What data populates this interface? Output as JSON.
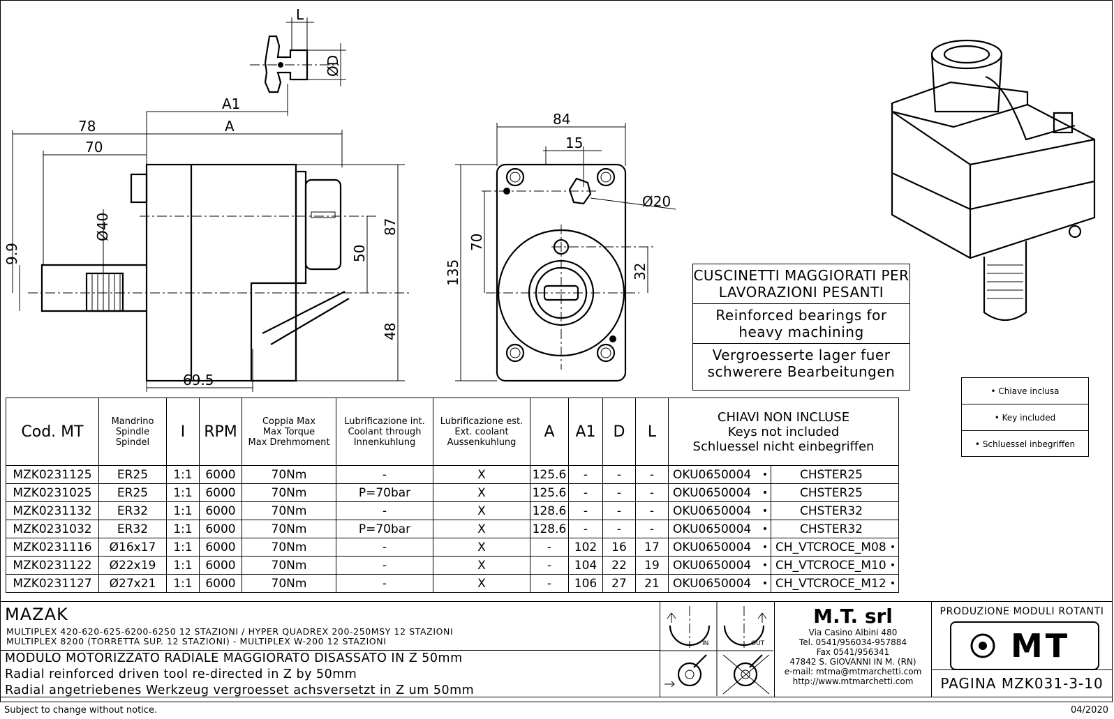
{
  "drawing": {
    "dims": {
      "L": "L",
      "D": "ØD",
      "A1": "A1",
      "A": "A",
      "d78": "78",
      "d70": "70",
      "d40": "Ø40",
      "d9_9": "9.9",
      "d50": "50",
      "d87": "87",
      "d48": "48",
      "d69_5": "69.5",
      "d84": "84",
      "d15": "15",
      "d20": "Ø20",
      "d135": "135",
      "d70b": "70",
      "d32": "32"
    }
  },
  "notes": {
    "it": "CUSCINETTI MAGGIORATI PER LAVORAZIONI PESANTI",
    "en": "Reinforced bearings for heavy machining",
    "de": "Vergroesserte lager fuer schwerere Bearbeitungen"
  },
  "legend": {
    "it": "• Chiave inclusa",
    "en": "• Key included",
    "de": "• Schluessel inbegriffen"
  },
  "table": {
    "headers": {
      "cod": "Cod. MT",
      "spindle": [
        "Mandrino",
        "Spindle",
        "Spindel"
      ],
      "i": "I",
      "rpm": "RPM",
      "torque": [
        "Coppia Max",
        "Max Torque",
        "Max Drehmoment"
      ],
      "lub_int": [
        "Lubrificazione int.",
        "Coolant through",
        "Innenkuhlung"
      ],
      "lub_ext": [
        "Lubrificazione est.",
        "Ext. coolant",
        "Aussenkuhlung"
      ],
      "a": "A",
      "a1": "A1",
      "d": "D",
      "l": "L",
      "keys": [
        "CHIAVI NON INCLUSE",
        "Keys not included",
        "Schluessel nicht einbegriffen"
      ]
    },
    "rows": [
      {
        "cod": "MZK0231125",
        "spindle": "ER25",
        "i": "1:1",
        "rpm": "6000",
        "torque": "70Nm",
        "lub_int": "-",
        "lub_ext": "X",
        "a": "125.6",
        "a1": "-",
        "d": "-",
        "l": "-",
        "key1": "OKU0650004",
        "key2": "CHSTER25",
        "key2_dot": ""
      },
      {
        "cod": "MZK0231025",
        "spindle": "ER25",
        "i": "1:1",
        "rpm": "6000",
        "torque": "70Nm",
        "lub_int": "P=70bar",
        "lub_ext": "X",
        "a": "125.6",
        "a1": "-",
        "d": "-",
        "l": "-",
        "key1": "OKU0650004",
        "key2": "CHSTER25",
        "key2_dot": ""
      },
      {
        "cod": "MZK0231132",
        "spindle": "ER32",
        "i": "1:1",
        "rpm": "6000",
        "torque": "70Nm",
        "lub_int": "-",
        "lub_ext": "X",
        "a": "128.6",
        "a1": "-",
        "d": "-",
        "l": "-",
        "key1": "OKU0650004",
        "key2": "CHSTER32",
        "key2_dot": ""
      },
      {
        "cod": "MZK0231032",
        "spindle": "ER32",
        "i": "1:1",
        "rpm": "6000",
        "torque": "70Nm",
        "lub_int": "P=70bar",
        "lub_ext": "X",
        "a": "128.6",
        "a1": "-",
        "d": "-",
        "l": "-",
        "key1": "OKU0650004",
        "key2": "CHSTER32",
        "key2_dot": ""
      },
      {
        "cod": "MZK0231116",
        "spindle": "Ø16x17",
        "i": "1:1",
        "rpm": "6000",
        "torque": "70Nm",
        "lub_int": "-",
        "lub_ext": "X",
        "a": "-",
        "a1": "102",
        "d": "16",
        "l": "17",
        "key1": "OKU0650004",
        "key2": "CH_VTCROCE_M08",
        "key2_dot": "•"
      },
      {
        "cod": "MZK0231122",
        "spindle": "Ø22x19",
        "i": "1:1",
        "rpm": "6000",
        "torque": "70Nm",
        "lub_int": "-",
        "lub_ext": "X",
        "a": "-",
        "a1": "104",
        "d": "22",
        "l": "19",
        "key1": "OKU0650004",
        "key2": "CH_VTCROCE_M10",
        "key2_dot": "•"
      },
      {
        "cod": "MZK0231127",
        "spindle": "Ø27x21",
        "i": "1:1",
        "rpm": "6000",
        "torque": "70Nm",
        "lub_int": "-",
        "lub_ext": "X",
        "a": "-",
        "a1": "106",
        "d": "27",
        "l": "21",
        "key1": "OKU0650004",
        "key2": "CH_VTCROCE_M12",
        "key2_dot": "•"
      }
    ],
    "key1_dot": "•"
  },
  "titleblock": {
    "brand": "MAZAK",
    "machines": [
      "MULTIPLEX 420-620-625-6200-6250 12 STAZIONI / HYPER QUADREX 200-250MSY 12 STAZIONI",
      "MULTIPLEX 8200 (TORRETTA SUP. 12 STAZIONI) - MULTIPLEX W-200 12 STAZIONI"
    ],
    "desc": [
      "MODULO MOTORIZZATO RADIALE MAGGIORATO DISASSATO IN Z 50mm",
      "Radial reinforced driven tool re-directed in Z by 50mm",
      "Radial angetriebenes Werkzeug vergroesset achsversetzt in Z um 50mm"
    ],
    "rotation": {
      "in": "IN",
      "out": "OUT"
    },
    "company": {
      "name": "M.T. srl",
      "lines": [
        "Via Casino Albini 480",
        "Tel. 0541/956034-957884",
        "Fax 0541/956341",
        "47842 S. GIOVANNI IN M. (RN)",
        "e-mail: mtma@mtmarchetti.com",
        "http://www.mtmarchetti.com"
      ]
    },
    "production": "PRODUZIONE MODULI ROTANTI",
    "logo_text": "MT",
    "page": "PAGINA MZK031-3-10"
  },
  "footer": {
    "notice": "Subject to change without notice.",
    "date": "04/2020"
  }
}
